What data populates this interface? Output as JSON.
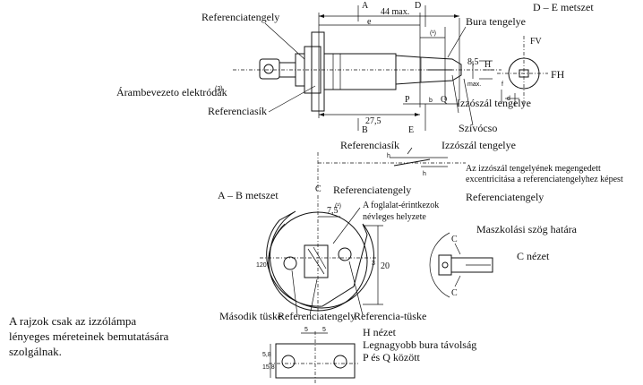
{
  "labels": {
    "de_metszet": "D – E metszet",
    "referenciatengely_top": "Referenciatengely",
    "bura_tengelye": "Bura tengelye",
    "fv": "FV",
    "fh": "FH",
    "arambevezeto": "Árambevezeto elektródák",
    "arambevezeto_sup": "(2)",
    "referenciasik_top": "Referenciasík",
    "izzoszal_tengelye_top": "Izzószál tengelye",
    "szivocso": "Szívócso",
    "referenciasik_mid": "Referenciasík",
    "izzoszal_tengelye_mid": "Izzószál tengelye",
    "referenciatengely_mid": "Referenciatengely",
    "excentricitas_line1": "Az izzószál tengelyének megengedett",
    "excentricitas_line2": "excentricitása a referenciatengelyhez képest",
    "referenciatengely_right": "Referenciatengely",
    "ab_metszet": "A – B metszet",
    "foglalat_line1": "A foglalat-érintkezok",
    "foglalat_line2": "névleges helyzete",
    "maszkolasi": "Maszkolási szög határa",
    "c_nezet": "C nézet",
    "masodik_tuske": "Második tüske",
    "referenciatengely_bottom": "Referenciatengely",
    "referencia_tuske": "Referencia-tüske",
    "h_nezet": "H nézet",
    "legnagyobb_line1": "Legnagyobb bura távolság",
    "legnagyobb_line2": "P és Q között"
  },
  "dimensions": {
    "d44": "44 max.",
    "e": "e",
    "d8_5": "8,5",
    "max": "max.",
    "d27_5": "27,5",
    "d7_5": "7,5",
    "d20": "20",
    "d3": "3",
    "a120": "120°",
    "d5": "5",
    "d5_8": "5,8",
    "d15_8": "15,8",
    "note1": "(¹)"
  },
  "markers": {
    "A": "A",
    "B": "B",
    "D": "D",
    "E": "E",
    "P": "P",
    "Q": "Q",
    "H": "H",
    "C": "C",
    "b": "b",
    "f": "f",
    "d": "d",
    "h1": "h",
    "h2": "h"
  },
  "note": {
    "line1": "A rajzok csak az izzólámpa",
    "line2": "lényeges méreteinek bemutatására",
    "line3": "szolgálnak."
  }
}
